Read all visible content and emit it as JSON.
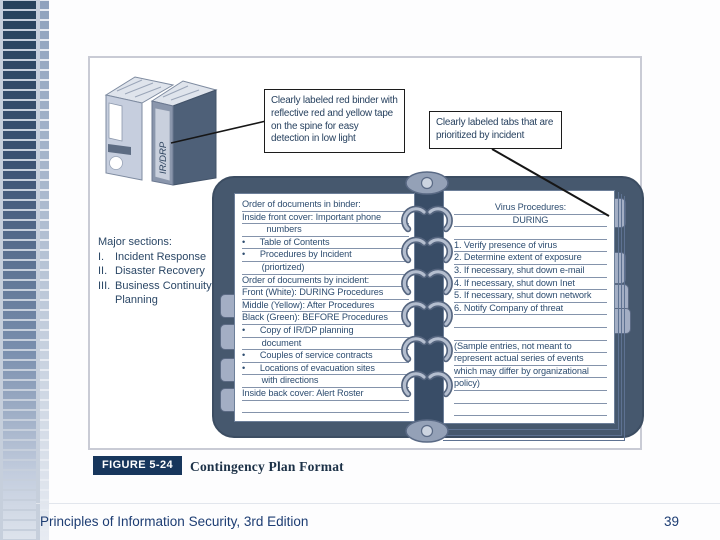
{
  "slide": {
    "figure_label": "FIGURE 5-24",
    "figure_caption": "Contingency Plan Format",
    "footer_title": "Principles of Information Security, 3rd Edition",
    "page_number": "39"
  },
  "diagram": {
    "spine_label": "IR/DRP",
    "callout_red_binder": "Clearly labeled red binder with reflective red and yellow tape on the spine for easy detection in low light",
    "callout_tabs": "Clearly labeled tabs that are prioritized by incident",
    "major_sections": {
      "title": "Major sections:",
      "items": [
        {
          "numeral": "I.",
          "label": "Incident Response"
        },
        {
          "numeral": "II.",
          "label": "Disaster Recovery"
        },
        {
          "numeral": "III.",
          "label": "Business Continuity Planning"
        }
      ]
    },
    "left_page_lines": [
      "Order of documents in binder:",
      "Inside front cover: Important phone",
      "          numbers",
      "•      Table of Contents",
      "•      Procedures by Incident",
      "        (priortized)",
      "Order of documents by incident:",
      "Front (White): DURING Procedures",
      "Middle (Yellow): After Procedures",
      "Black (Green): BEFORE Procedures",
      "•      Copy of IR/DP planning",
      "        document",
      "•      Couples of service contracts",
      "•      Locations of evacuation sites",
      "        with directions",
      "Inside back cover: Alert Roster",
      "",
      ""
    ],
    "right_page_lines": [
      "Virus Procedures:",
      "DURING",
      "",
      "1. Verify presence of virus",
      "2. Determine extent of exposure",
      "3. If necessary, shut down e-mail",
      "4. If necessary, shut down Inet",
      "5. If necessary, shut down network",
      "6. Notify Company of threat",
      "",
      "",
      "(Sample entries, not meant to",
      "represent actual series of events",
      "which may differ by organizational",
      "policy)",
      "",
      ""
    ],
    "colors": {
      "binder_cover": "#46586e",
      "accent_navy": "#17365c",
      "page_text": "#2e4d70",
      "page_rule": "#8493ab",
      "footer_text": "#1d3d73"
    }
  }
}
